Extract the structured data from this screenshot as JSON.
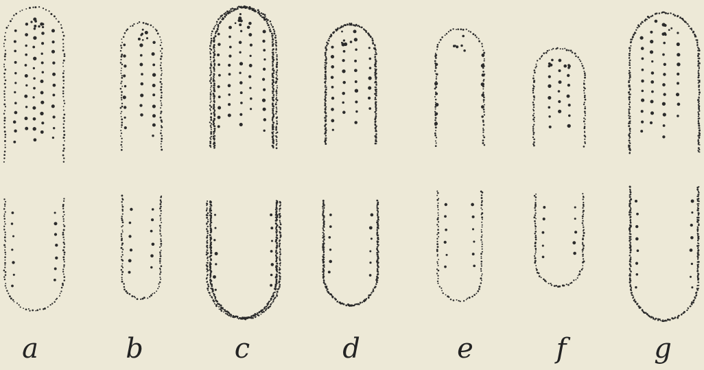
{
  "figure": {
    "ink_color": "#2b2b2b",
    "background_color": "#ede9d7",
    "panels": [
      {
        "letter": "a"
      },
      {
        "letter": "b"
      },
      {
        "letter": "c"
      },
      {
        "letter": "d"
      },
      {
        "letter": "e"
      },
      {
        "letter": "f"
      },
      {
        "letter": "g"
      }
    ]
  }
}
